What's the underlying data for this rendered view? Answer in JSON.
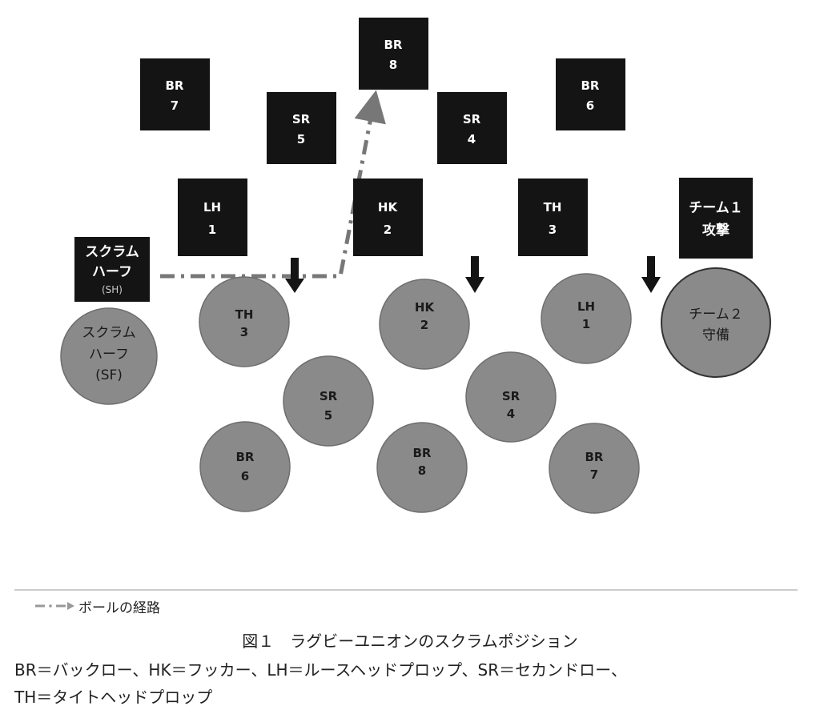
{
  "attack_team": [
    {
      "pos": "BR",
      "num": "8"
    },
    {
      "pos": "BR",
      "num": "7"
    },
    {
      "pos": "SR",
      "num": "5"
    },
    {
      "pos": "SR",
      "num": "4"
    },
    {
      "pos": "BR",
      "num": "6"
    },
    {
      "pos": "LH",
      "num": "1"
    },
    {
      "pos": "HK",
      "num": "2"
    },
    {
      "pos": "TH",
      "num": "3"
    }
  ],
  "attack_label": {
    "line1": "チーム１",
    "line2": "攻撃"
  },
  "scrum_half_attack": {
    "line1": "スクラム",
    "line2": "ハーフ",
    "line3": "(SH)"
  },
  "defence_team": [
    {
      "pos": "TH",
      "num": "3"
    },
    {
      "pos": "HK",
      "num": "2"
    },
    {
      "pos": "LH",
      "num": "1"
    },
    {
      "pos": "SR",
      "num": "5"
    },
    {
      "pos": "SR",
      "num": "4"
    },
    {
      "pos": "BR",
      "num": "6"
    },
    {
      "pos": "BR",
      "num": "8"
    },
    {
      "pos": "BR",
      "num": "7"
    }
  ],
  "defence_label": {
    "line1": "チーム２",
    "line2": "守備"
  },
  "scrum_half_defence": {
    "line1": "スクラム",
    "line2": "ハーフ",
    "line3": "(SF)"
  },
  "legend": {
    "ball_path": "ボールの経路"
  },
  "caption": {
    "title": "図１　ラグビーユニオンのスクラムポジション",
    "definitions_line1": "BR＝バックロー、HK＝フッカー、LH＝ルースヘッドプロップ、SR＝セカンドロー、",
    "definitions_line2": "TH＝タイトヘッドプロップ"
  },
  "colors": {
    "attack": "#141414",
    "defence": "#8a8a8a",
    "path": "#777777"
  }
}
